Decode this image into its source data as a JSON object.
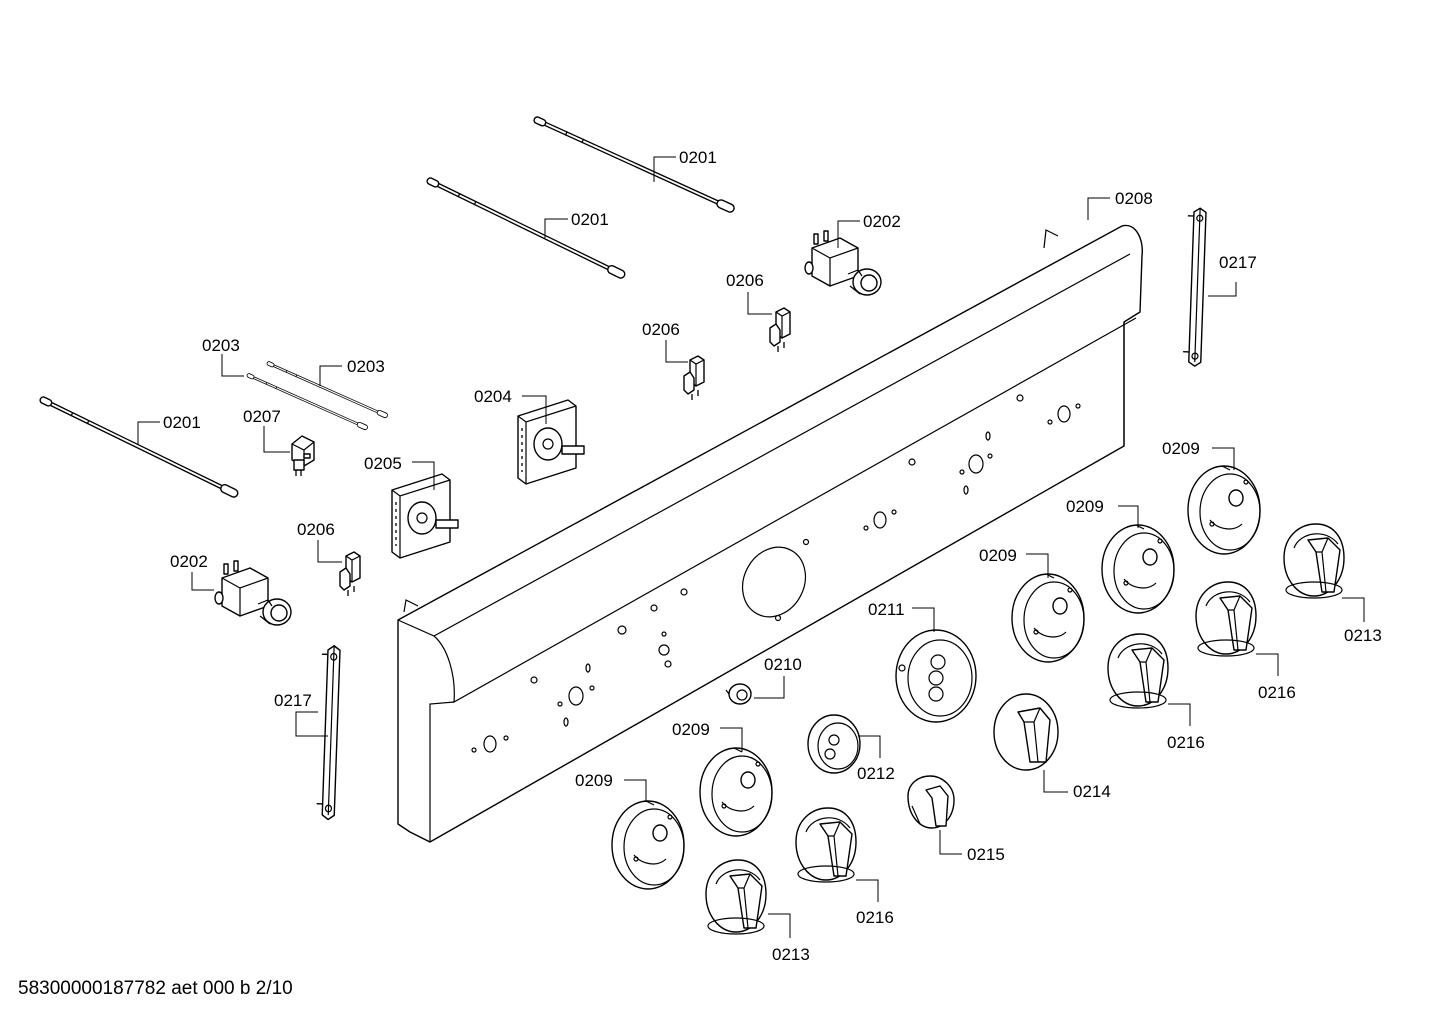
{
  "labels": {
    "l0201a": "0201",
    "l0201b": "0201",
    "l0201c": "0201",
    "l0202a": "0202",
    "l0202b": "0202",
    "l0203a": "0203",
    "l0203b": "0203",
    "l0204": "0204",
    "l0205": "0205",
    "l0206a": "0206",
    "l0206b": "0206",
    "l0206c": "0206",
    "l0207": "0207",
    "l0208": "0208",
    "l0209a": "0209",
    "l0209b": "0209",
    "l0209c": "0209",
    "l0209d": "0209",
    "l0209e": "0209",
    "l0210": "0210",
    "l0211": "0211",
    "l0212": "0212",
    "l0213a": "0213",
    "l0213b": "0213",
    "l0214": "0214",
    "l0215": "0215",
    "l0216a": "0216",
    "l0216b": "0216",
    "l0216c": "0216",
    "l0217a": "0217",
    "l0217b": "0217"
  },
  "footer": "58300000187782 aet 000 b 2/10"
}
